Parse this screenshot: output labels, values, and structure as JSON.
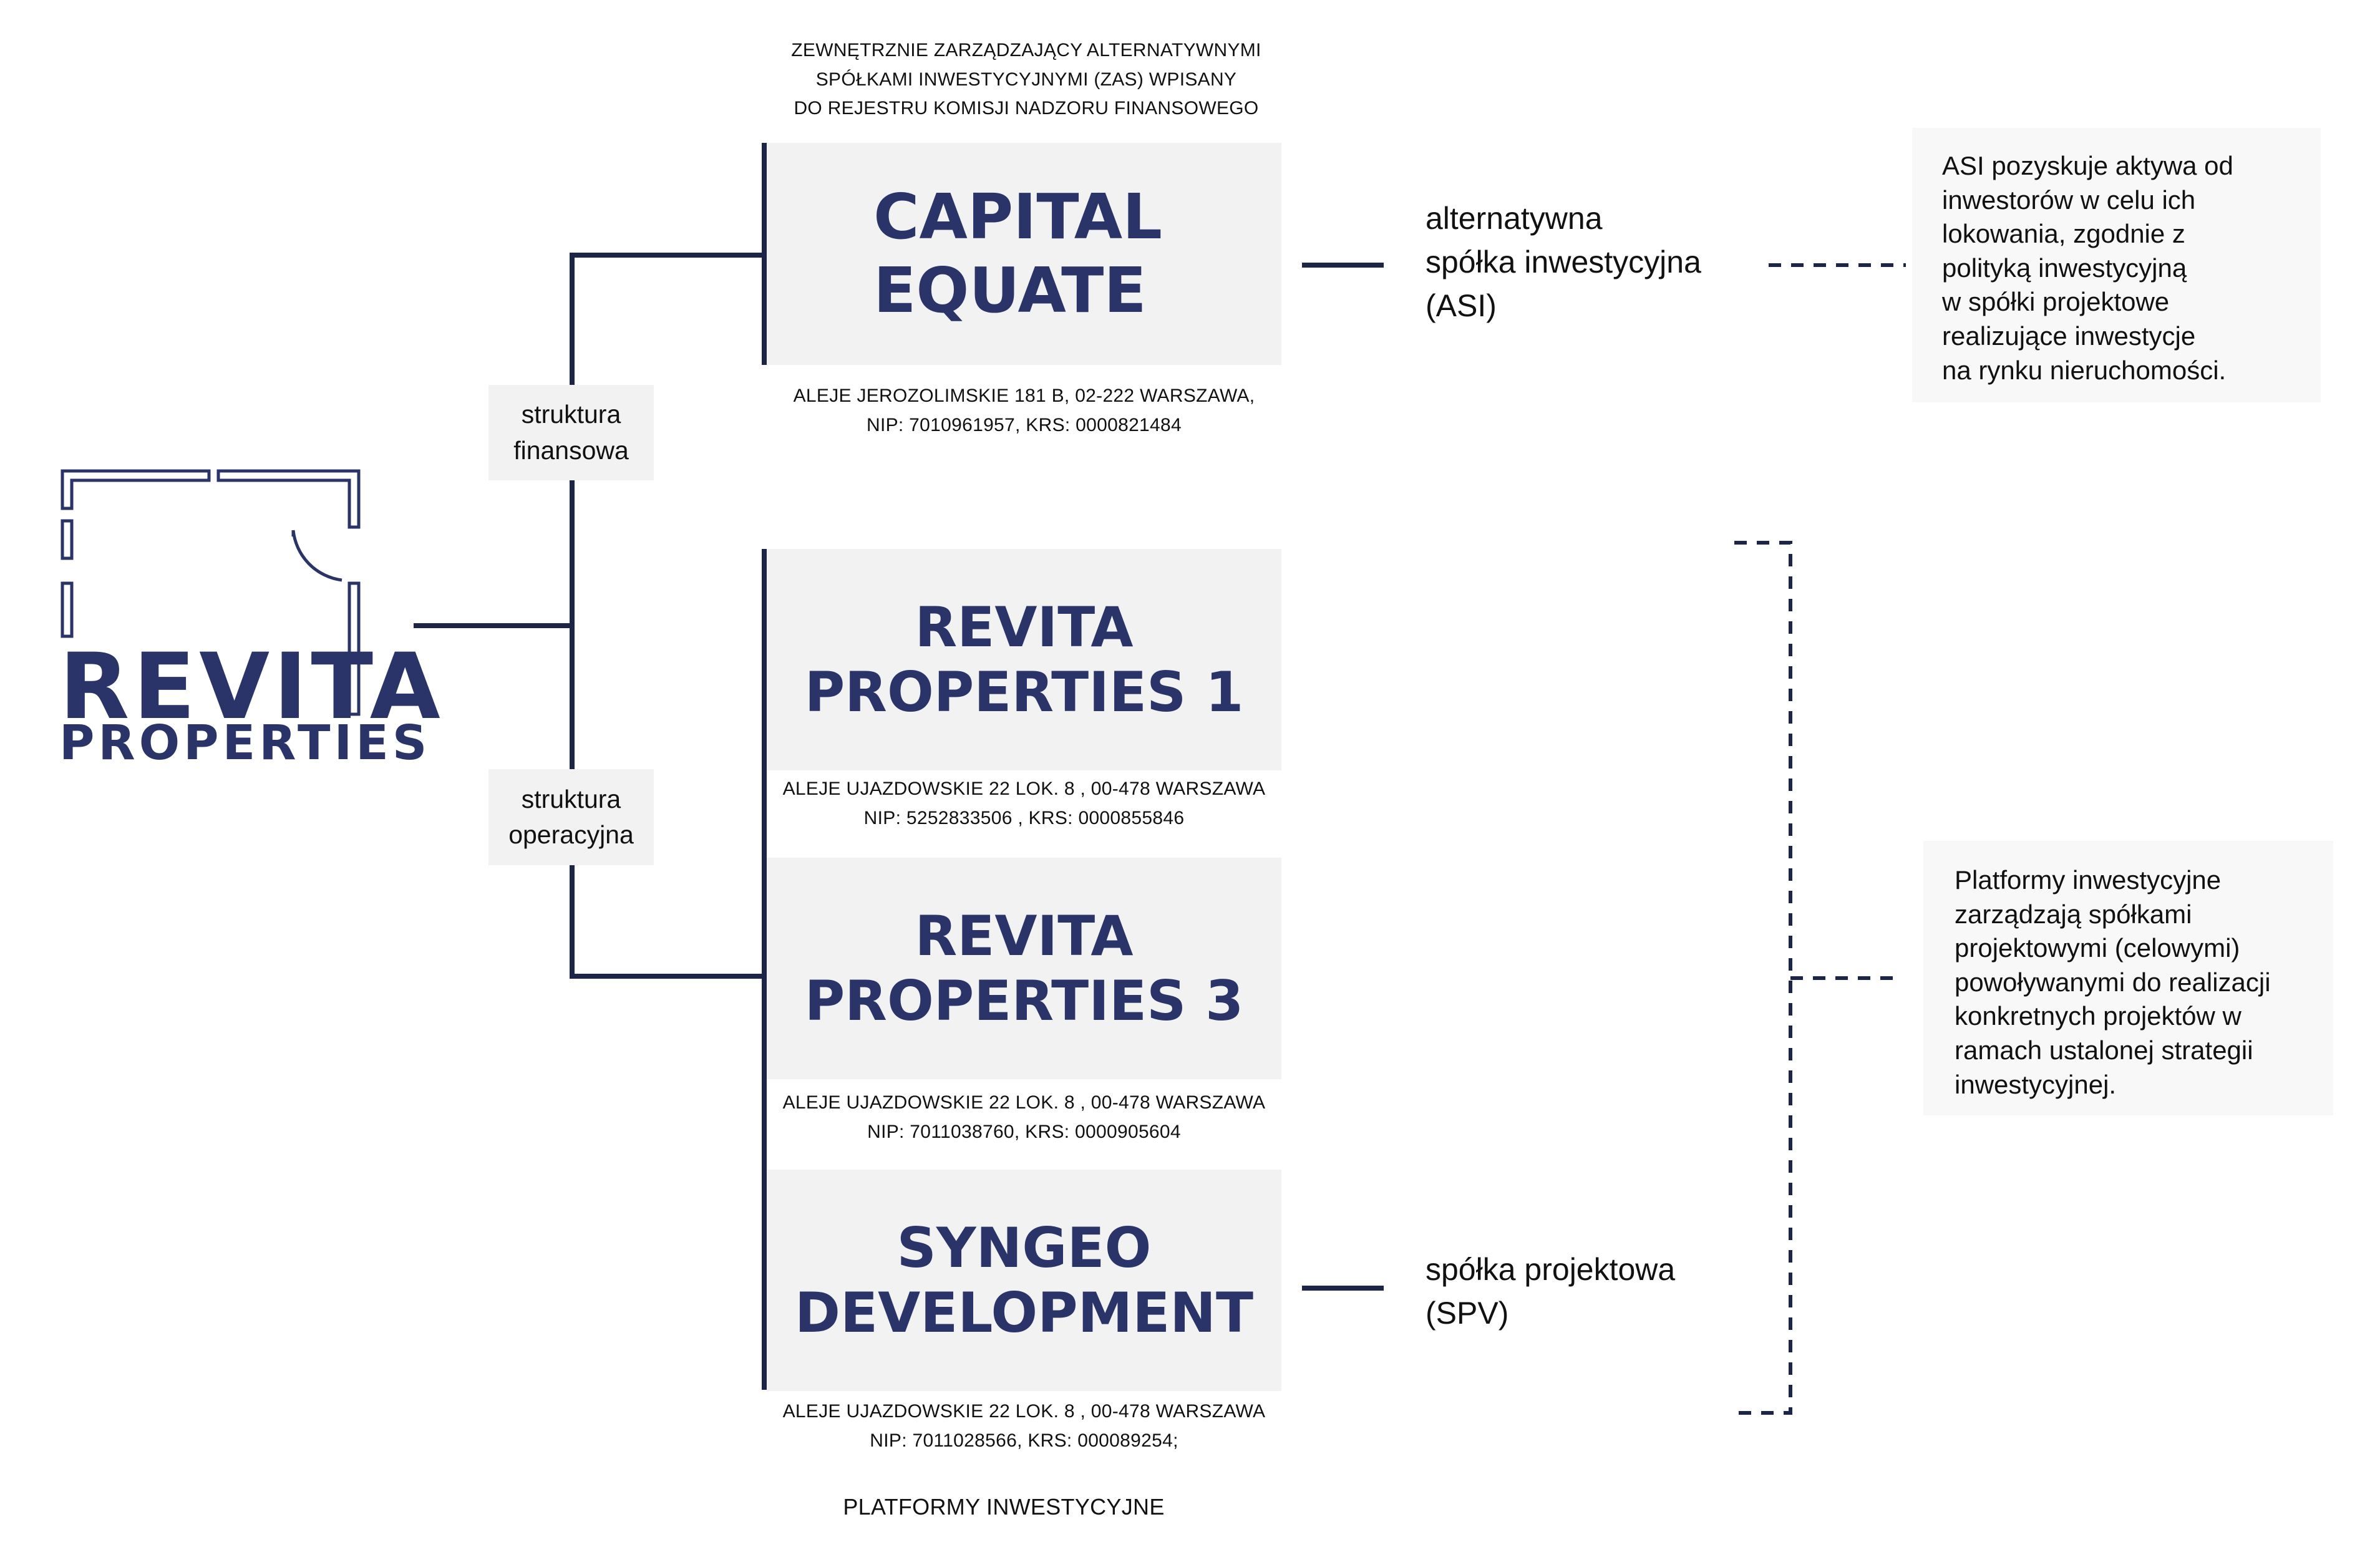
{
  "colors": {
    "navy": "#2a3468",
    "line": "#1c2547",
    "box": "#f2f2f3"
  },
  "logo": {
    "name_line1": "REVITA",
    "name_line2": "PROPERTIES"
  },
  "structure_labels": {
    "financial": "struktura\nfinansowa",
    "operational": "struktura\noperacyjna"
  },
  "zas_caption": "ZEWNĘTRZNIE ZARZĄDZAJĄCY ALTERNATYWNYMI\nSPÓŁKAMI INWESTYCYJNYMI (ZAS) WPISANY\nDO REJESTRU KOMISJI NADZORU FINANSOWEGO",
  "entities": [
    {
      "name": "CAPITAL\nEQUATE",
      "address": "ALEJE JEROZOLIMSKIE 181 B, 02-222 WARSZAWA,\nNIP: 7010961957, KRS: 0000821484"
    },
    {
      "name": "REVITA\nPROPERTIES 1",
      "address": "ALEJE UJAZDOWSKIE 22 LOK. 8 , 00-478 WARSZAWA\nNIP: 5252833506 , KRS: 0000855846"
    },
    {
      "name": "REVITA\nPROPERTIES 3",
      "address": "ALEJE UJAZDOWSKIE 22 LOK. 8 , 00-478 WARSZAWA\nNIP: 7011038760, KRS: 0000905604"
    },
    {
      "name": "SYNGEO\nDEVELOPMENT",
      "address": "ALEJE UJAZDOWSKIE 22 LOK. 8 , 00-478 WARSZAWA\nNIP: 7011028566, KRS: 000089254;"
    }
  ],
  "platforms_caption": "PLATFORMY INWESTYCYJNE",
  "asi_label": "alternatywna\nspółka inwestycyjna\n(ASI)",
  "spv_label": "spółka projektowa\n(SPV)",
  "asi_note": "ASI pozyskuje aktywa od\ninwestorów w celu ich\nlokowania, zgodnie z\npolityką inwestycyjną\nw spółki projektowe\nrealizujące inwestycje\nna rynku nieruchomości.",
  "platforms_note": "Platformy inwestycyjne\nzarządzają spółkami\nprojektowymi (celowymi)\npowoływanymi do realizacji\nkonkretnych projektów w\nramach ustalonej strategii\ninwestycyjnej."
}
